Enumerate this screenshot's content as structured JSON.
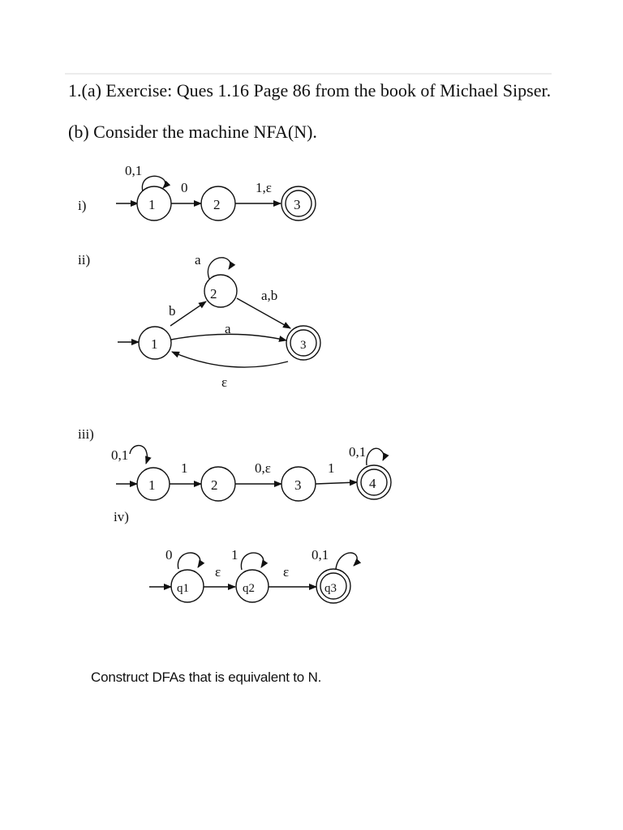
{
  "question_a": "1.(a)  Exercise: Ques 1.16 Page 86 from the book of Michael Sipser.",
  "question_b": "(b)  Consider the machine NFA(N).",
  "footer": "Construct  DFAs that is equivalent to N.",
  "diagrams": {
    "i": {
      "label": "i)",
      "states": [
        "1",
        "2",
        "3"
      ],
      "accept": [
        "3"
      ],
      "transitions": {
        "self_1": "0,1",
        "t12": "0",
        "t23": "1,ε"
      }
    },
    "ii": {
      "label": "ii)",
      "states": [
        "1",
        "2",
        "3"
      ],
      "accept": [
        "3"
      ],
      "transitions": {
        "self_2": "a",
        "t12": "b",
        "t23": "a,b",
        "t13": "a",
        "t31": "ε"
      }
    },
    "iii": {
      "label": "iii)",
      "states": [
        "1",
        "2",
        "3",
        "4"
      ],
      "accept": [
        "4"
      ],
      "transitions": {
        "self_1": "0,1",
        "t12": "1",
        "t23": "0,ε",
        "t34": "1",
        "self_4": "0,1"
      }
    },
    "iv": {
      "label": "iv)",
      "states": [
        "q1",
        "q2",
        "q3"
      ],
      "accept": [
        "q3"
      ],
      "transitions": {
        "self_q1": "0",
        "self_q2": "1",
        "t12": "ε",
        "t23": "ε",
        "self_q3": "0,1"
      }
    }
  }
}
